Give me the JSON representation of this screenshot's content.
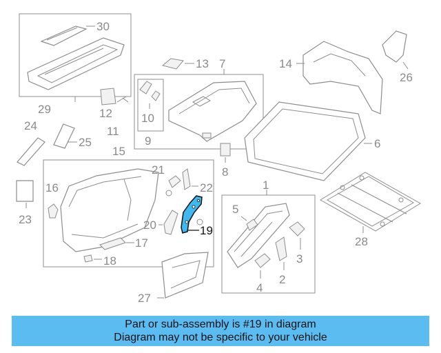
{
  "diagram": {
    "labels": {
      "p1": "1",
      "p2": "2",
      "p3": "3",
      "p4": "4",
      "p5": "5",
      "p6": "6",
      "p7": "7",
      "p8": "8",
      "p9": "9",
      "p10": "10",
      "p11": "11",
      "p12": "12",
      "p13": "13",
      "p14": "14",
      "p15": "15",
      "p16": "16",
      "p17": "17",
      "p18": "18",
      "p19": "19",
      "p20": "20",
      "p21": "21",
      "p22": "22",
      "p23": "23",
      "p24": "24",
      "p25": "25",
      "p26": "26",
      "p27": "27",
      "p28": "28",
      "p29": "29",
      "p30": "30"
    },
    "highlight_part": "19",
    "highlight_color": "#3fb8f0",
    "line_color": "#8c8c8c"
  },
  "banner": {
    "line1": "Part or sub-assembly is #19 in diagram",
    "line2": "Diagram may not be specific to your vehicle",
    "background": "#5bbcf2"
  }
}
